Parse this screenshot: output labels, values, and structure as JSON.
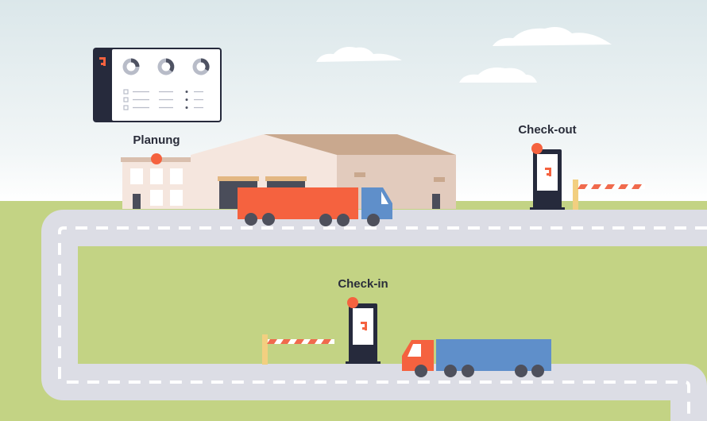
{
  "labels": {
    "planning": "Planung",
    "checkout": "Check-out",
    "checkin": "Check-in"
  },
  "colors": {
    "sky_top": "#dbe7ea",
    "sky_bottom": "#ffffff",
    "grass": "#c3d384",
    "road": "#dcdde5",
    "road_markings": "#ffffff",
    "truck_orange": "#f5623f",
    "truck_blue": "#5f8fca",
    "kiosk_dark": "#262a3c",
    "barrier_red": "#f06a4d",
    "barrier_post": "#f2cf80",
    "marker": "#f5623f",
    "warehouse_front": "#f5e6de",
    "warehouse_side": "#e2cbbd",
    "warehouse_roof": "#c9a88e",
    "label_text": "#2a2d3a"
  },
  "icons": [
    "logo-icon",
    "donut-chart-icon",
    "barrier-icon",
    "kiosk-icon",
    "truck-icon",
    "cloud-icon"
  ]
}
